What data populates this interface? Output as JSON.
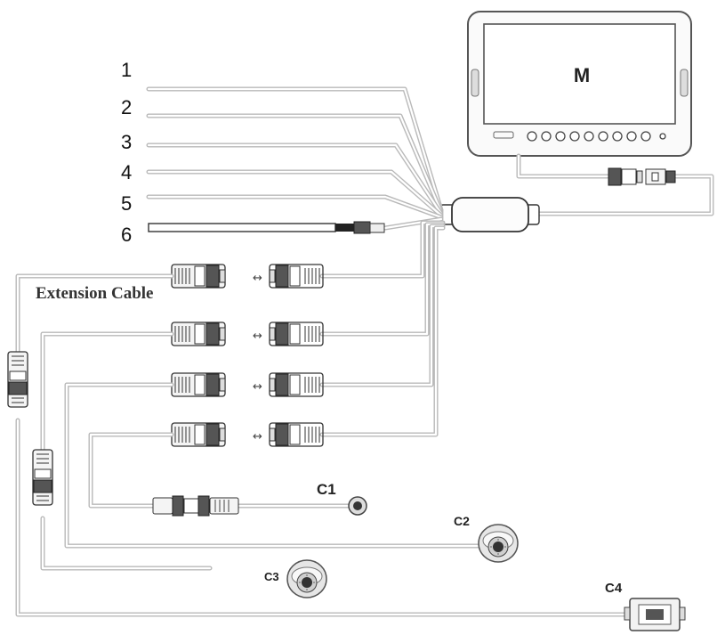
{
  "monitor": {
    "label": "M"
  },
  "wire_numbers": [
    "1",
    "2",
    "3",
    "4",
    "5",
    "6"
  ],
  "extension_label": "Extension Cable",
  "cameras": [
    {
      "label": "C1",
      "type": "bullet"
    },
    {
      "label": "C2",
      "type": "dome"
    },
    {
      "label": "C3",
      "type": "dome"
    },
    {
      "label": "C4",
      "type": "box"
    }
  ],
  "icons": {
    "monitor": "monitor-icon",
    "control_box": "junction-box-icon",
    "connector": "aviation-connector-icon",
    "camera_dome": "dome-camera-icon",
    "camera_box": "box-camera-icon"
  },
  "colors": {
    "wire": "#b9b9b9",
    "line": "#333333",
    "background": "#ffffff"
  }
}
